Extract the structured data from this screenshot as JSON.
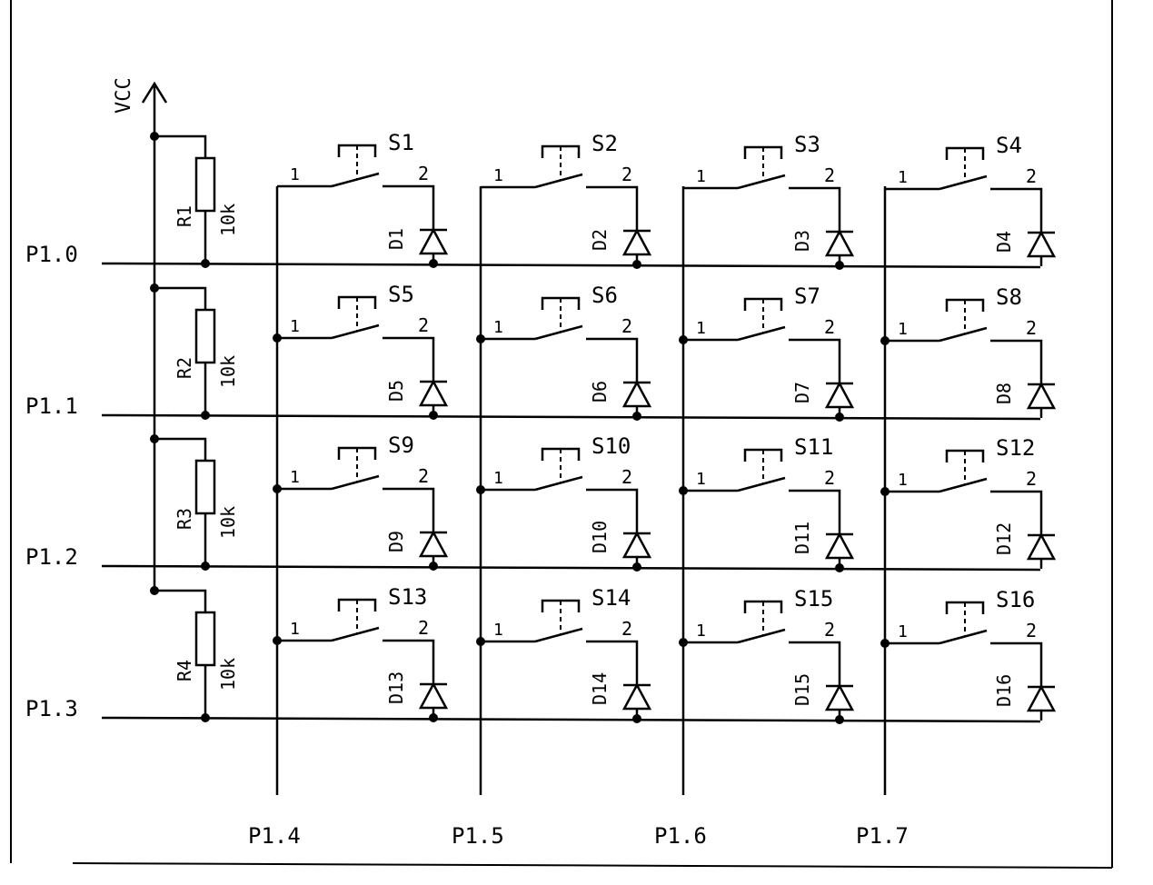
{
  "supply": {
    "label": "VCC"
  },
  "rows": [
    {
      "port": "P1.0",
      "resistor": "R1",
      "value": "10k"
    },
    {
      "port": "P1.1",
      "resistor": "R2",
      "value": "10k"
    },
    {
      "port": "P1.2",
      "resistor": "R3",
      "value": "10k"
    },
    {
      "port": "P1.3",
      "resistor": "R4",
      "value": "10k"
    }
  ],
  "columns": [
    {
      "port": "P1.4"
    },
    {
      "port": "P1.5"
    },
    {
      "port": "P1.6"
    },
    {
      "port": "P1.7"
    }
  ],
  "pin_labels": {
    "pin1": "1",
    "pin2": "2"
  },
  "switches": [
    "S1",
    "S2",
    "S3",
    "S4",
    "S5",
    "S6",
    "S7",
    "S8",
    "S9",
    "S10",
    "S11",
    "S12",
    "S13",
    "S14",
    "S15",
    "S16"
  ],
  "diodes": [
    "D1",
    "D2",
    "D3",
    "D4",
    "D5",
    "D6",
    "D7",
    "D8",
    "D9",
    "D10",
    "D11",
    "D12",
    "D13",
    "D14",
    "D15",
    "D16"
  ]
}
